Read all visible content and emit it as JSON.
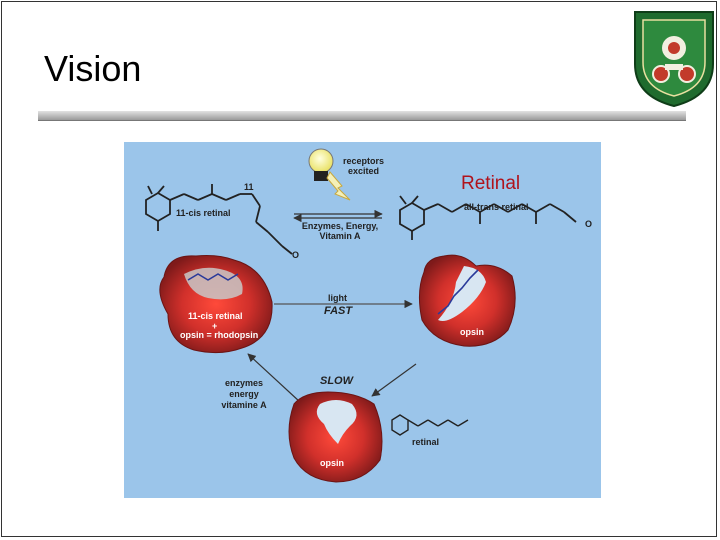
{
  "slide": {
    "title": "Vision"
  },
  "diagram": {
    "highlight_label": "Retinal",
    "receptors_line1": "receptors",
    "receptors_line2": "excited",
    "cis_number": "11",
    "cis_label": "11-cis retinal",
    "trans_label": "all-trans retinal",
    "oxygen_left": "O",
    "oxygen_right": "O",
    "enzymes_line1": "Enzymes, Energy,",
    "enzymes_line2": "Vitamin A",
    "light_label": "light",
    "fast_label": "FAST",
    "slow_label": "SLOW",
    "rhodopsin_line1": "11-cis retinal",
    "rhodopsin_line2": "+",
    "rhodopsin_line3": "opsin = rhodopsin",
    "opsin_right": "opsin",
    "opsin_bottom": "opsin",
    "return_line1": "enzymes",
    "return_line2": "energy",
    "return_line3": "vitamine A",
    "retinal_small": "retinal"
  },
  "colors": {
    "panel": "#9bc5ea",
    "protein": "#b22b2b",
    "highlight": "#b0121b",
    "logo": "#1f6b2e"
  }
}
